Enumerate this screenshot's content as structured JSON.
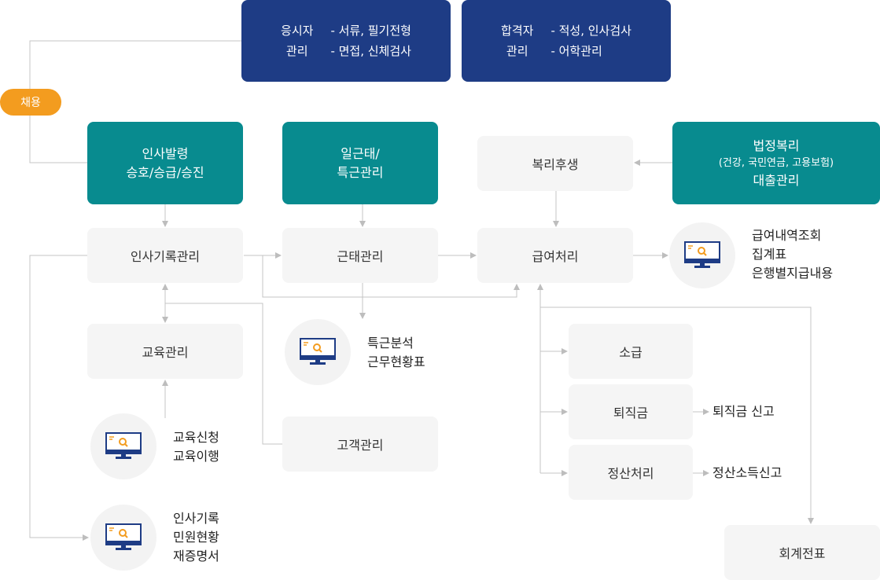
{
  "recruit": {
    "label": "채용"
  },
  "applicant": {
    "title_lines": [
      "응시자",
      "관리"
    ],
    "items": [
      "- 서류, 필기전형",
      "- 면접, 신체검사"
    ]
  },
  "passer": {
    "title_lines": [
      "합격자",
      "관리"
    ],
    "items": [
      "- 적성, 인사검사",
      "- 어학관리"
    ]
  },
  "appointment": {
    "lines": [
      "인사발령",
      "승호/승급/승진"
    ]
  },
  "attendance_mgmt": {
    "lines": [
      "일근태/",
      "특근관리"
    ]
  },
  "welfare": {
    "label": "복리후생"
  },
  "legal_welfare": {
    "line1": "법정복리",
    "line2": "(건강, 국민연금, 고용보험)",
    "line3": "대출관리"
  },
  "hr_record": {
    "label": "인사기록관리"
  },
  "attendance": {
    "label": "근태관리"
  },
  "payroll": {
    "label": "급여처리"
  },
  "payroll_report": {
    "lines": [
      "급여내역조회",
      "집계표",
      "은행별지급내용"
    ]
  },
  "education": {
    "label": "교육관리"
  },
  "overtime_report": {
    "lines": [
      "특근분석",
      "근무현황표"
    ]
  },
  "retro_pay": {
    "label": "소급"
  },
  "severance": {
    "label": "퇴직금",
    "note": "퇴직금 신고"
  },
  "settlement": {
    "label": "정산처리",
    "note": "정산소득신고"
  },
  "edu_request": {
    "lines": [
      "교육신청",
      "교육이행"
    ]
  },
  "customer": {
    "label": "고객관리"
  },
  "hr_cert": {
    "lines": [
      "인사기록",
      "민원현황",
      "재증명서"
    ]
  },
  "accounting": {
    "label": "회계전표"
  },
  "colors": {
    "navy": "#1e3c85",
    "teal": "#088b8f",
    "orange": "#f39c1f",
    "gray_box": "#f5f5f5",
    "line": "#c4c4c4"
  },
  "icons": {
    "report": "monitor-search-icon"
  }
}
